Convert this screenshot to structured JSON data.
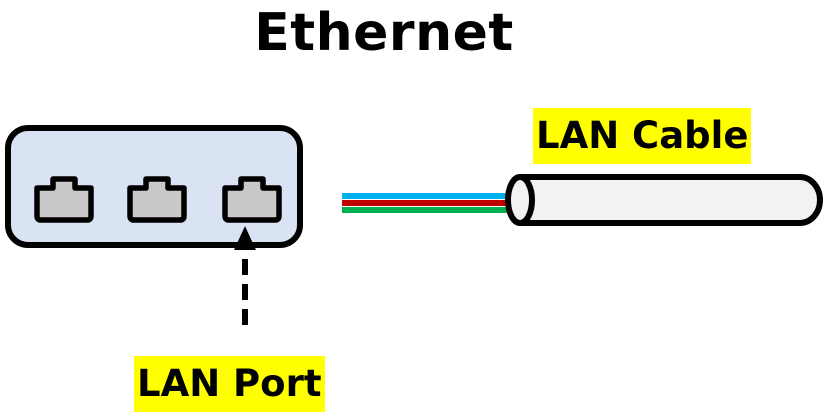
{
  "title": "Ethernet",
  "labels": {
    "lan_cable": "LAN Cable",
    "lan_port": "LAN Port"
  },
  "colors": {
    "highlight": "#ffff00",
    "port_panel_fill": "#dae3f3",
    "port_fill": "#c9c9c9",
    "cable_fill": "#f2f2f2",
    "wire_blue": "#00b0f0",
    "wire_red": "#c00000",
    "wire_green": "#00b050",
    "outline": "#000000"
  },
  "icons": {
    "port": "rj45-port-icon",
    "arrow": "dashed-arrow-up"
  },
  "port_count": 3
}
